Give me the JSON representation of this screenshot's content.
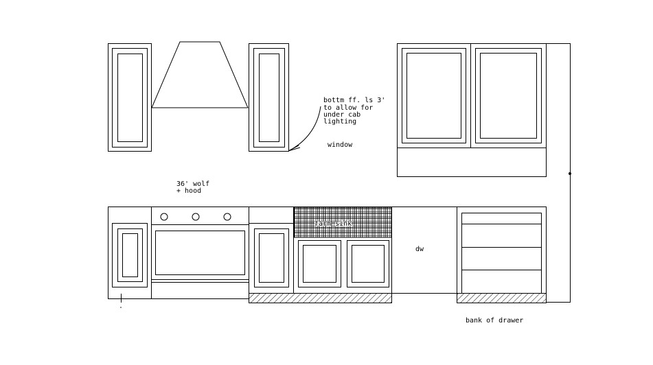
{
  "notes": {
    "underlighting": [
      "bottm ff. ls 3'",
      "to allow for",
      "under cab",
      "lighting"
    ],
    "window": "window",
    "range": [
      "36' wolf",
      "+ hood"
    ],
    "dishwasher": "dw",
    "drawers": "bank of drawer",
    "sink": "farm sink"
  }
}
